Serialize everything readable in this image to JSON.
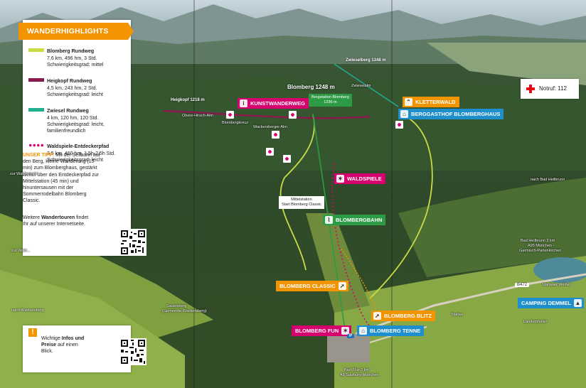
{
  "panel": {
    "title": "WANDERHIGHLIGHTS",
    "routes": [
      {
        "name": "Blomberg Rundweg",
        "line1": "7,6 km, 496 hm, 3 Std.",
        "line2": "Schwierigkeitsgrad: mittel",
        "line3": "",
        "color": "#c9dc47"
      },
      {
        "name": "Heigkopf Rundweg",
        "line1": "4,5 km, 243 hm, 2 Std.",
        "line2": "Schwierigkeitsgrad: leicht",
        "line3": "",
        "color": "#8a1a4d"
      },
      {
        "name": "Zwiesel Rundweg",
        "line1": "4 km, 120 hm, 120 Std.",
        "line2": "Schwierigkeitsgrad: leicht,",
        "line3": "familienfreundlich",
        "color": "#1fae8f"
      },
      {
        "name": "Waldspiele-Entdeckerpfad",
        "line1": "3,5 km, 460 hm, 1,5h-2,5h Std.",
        "line2": "Schwierigkeitsgrad: leicht",
        "line3": "",
        "color": "#d6006e"
      }
    ],
    "tip_label": "UNSER TIPP:",
    "tip_text": "Mit der Seilbahn auf den Berg, kleine Wanderung (15 min) zum Blomberghaus, gestärkt weiter über den Entdeckerpfad zur Mittelstation (45 min) und hinuntersausen mit der Sommerrodelbahn Blomberg Classic.",
    "more_prefix": "Weitere ",
    "more_bold": "Wandertouren",
    "more_suffix": " findet Ihr auf unserer Internetseite."
  },
  "info": {
    "icon": "!",
    "prefix": "Wichtige ",
    "bold": "Infos und Preise",
    "suffix": " auf einen Blick."
  },
  "emergency": {
    "text": "Notruf: 112",
    "icon": "red-cross-icon"
  },
  "labels": {
    "kunstwanderweg": "KUNSTWANDERWEG",
    "kletterwald": "KLETTERWALD",
    "berggasthof": "BERGGASTHOF BLOMBERGHAUS",
    "waldspiele": "WALDSPIELE",
    "blombergbahn": "BLOMBERGBAHN",
    "blomberg_classic": "BLOMBERG CLASSIC",
    "blomberg_blitz": "BLOMBERG BLITZ",
    "blomberg_fun": "BLOMBERG FUN",
    "blomberg_tenne": "BLOMBERG TENNE",
    "camping": "CAMPING DEMMEL"
  },
  "stations": {
    "bergstation_1": "Bergstation Blomberg",
    "bergstation_2": "1236 m",
    "mittelstation_1": "Mittelstation",
    "mittelstation_2": "Start Blomberg Classic"
  },
  "summits": {
    "blomberg": "Blomberg 1248 m",
    "zwieselberg": "Zwieselberg 1348 m",
    "heigkopf": "Heigkopf 1218 m"
  },
  "places": {
    "obere_hirsch_alm": "Obere-Hirsch-Alm",
    "blombergkreuz": "Blombergkreuz",
    "wackersberger_alm": "Wackersberger Alm",
    "zwieselalm": "Zwieselalm",
    "nach_bad_heilbrunn": "nach Bad Heilbrunn",
    "bad_heilbrunn_dist": "Bad Heilbrunn 3 km",
    "a95": "A95 München -",
    "garmisch": "Garmisch-Partenkirchen",
    "stallauer_weiher": "Stallauer Weiher",
    "stallau": "Stallau",
    "landerpfarrer": "Landerpfarrer",
    "sauersberg": "Sauersberg",
    "gemeinde": "(Gemeinde Wackersberg)",
    "zur_waldherralm": "zur Waldherralm",
    "zur_wald": "zur Wald...",
    "nach_wackersberg": "nach Wackersberg",
    "bad_toelz": "Bad Tölz 3 km",
    "a8": "A8 Salzburg-München"
  },
  "roads": {
    "b472": "B472"
  },
  "parking": "P"
}
